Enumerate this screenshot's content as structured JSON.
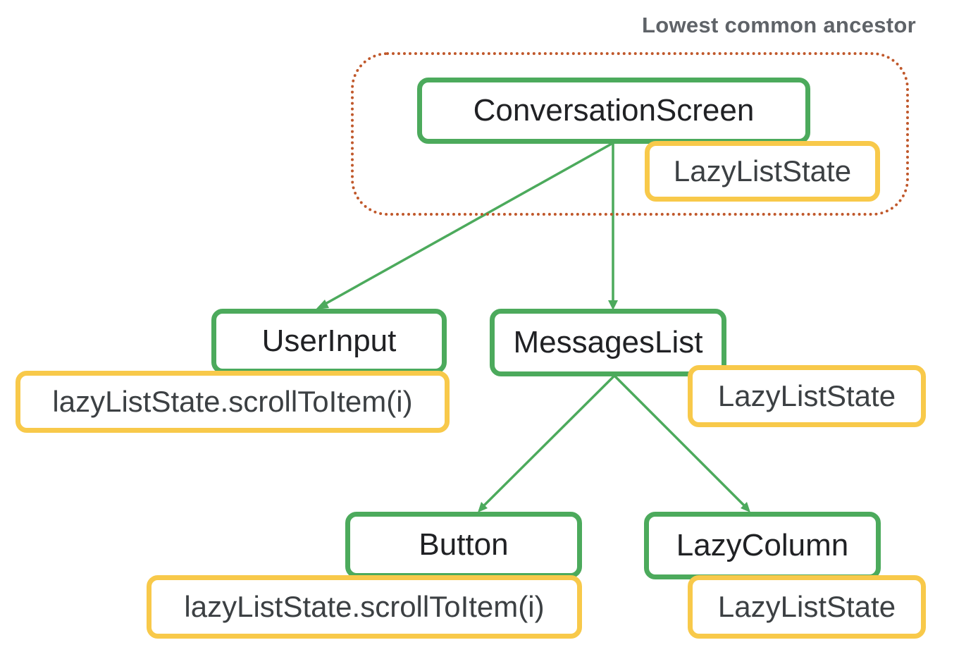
{
  "diagram": {
    "title": "Lowest common ancestor",
    "nodes": [
      {
        "id": "conversation-screen",
        "label": "ConversationScreen",
        "state": "LazyListState"
      },
      {
        "id": "user-input",
        "label": "UserInput",
        "state": "lazyListState.scrollToItem(i)"
      },
      {
        "id": "messages-list",
        "label": "MessagesList",
        "state": "LazyListState"
      },
      {
        "id": "button",
        "label": "Button",
        "state": "lazyListState.scrollToItem(i)"
      },
      {
        "id": "lazy-column",
        "label": "LazyColumn",
        "state": "LazyListState"
      }
    ],
    "edges": [
      {
        "from": "conversation-screen",
        "to": "user-input"
      },
      {
        "from": "conversation-screen",
        "to": "messages-list"
      },
      {
        "from": "messages-list",
        "to": "button"
      },
      {
        "from": "messages-list",
        "to": "lazy-column"
      }
    ],
    "colors": {
      "node_border": "#4caa5c",
      "state_border": "#f8c94a",
      "ancestor_outline": "#c0582b",
      "title_text": "#5f6368"
    }
  }
}
